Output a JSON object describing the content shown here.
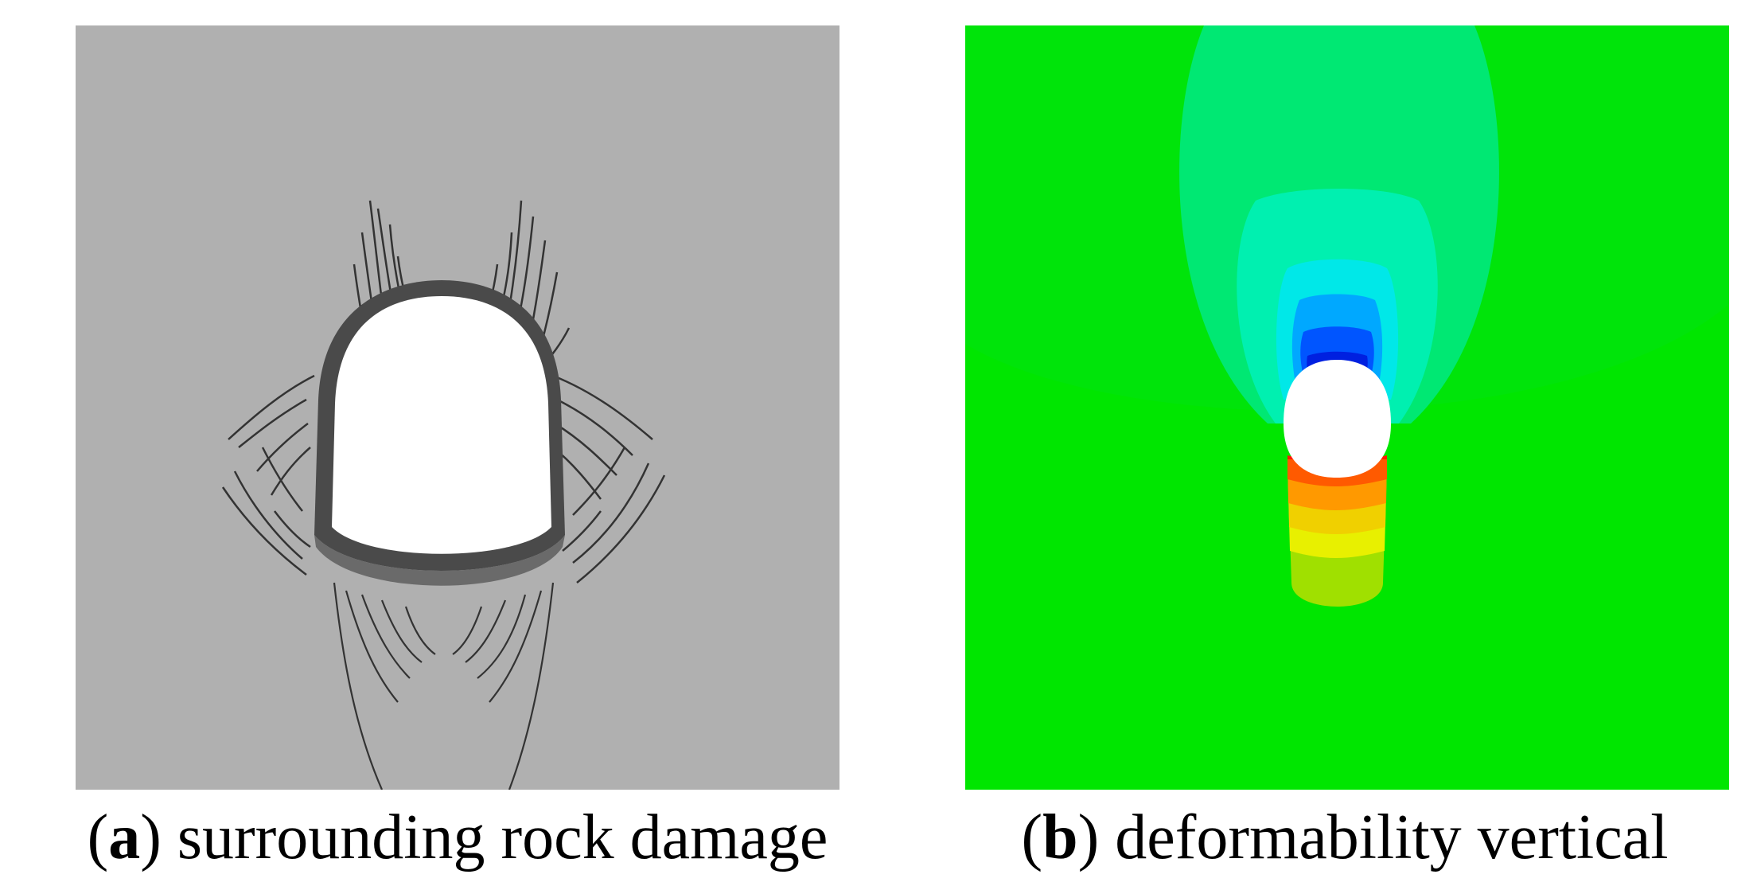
{
  "figure": {
    "panel_a": {
      "letter": "a",
      "caption": "surrounding rock damage",
      "colors": {
        "background": "#b0b0b0",
        "lining": "#4a4a4a",
        "cracks": "#333333",
        "opening": "#ffffff"
      }
    },
    "panel_b": {
      "letter": "b",
      "caption": "deformability vertical",
      "colors": {
        "background": "#00e600",
        "contour_1": "#00e873",
        "contour_2": "#00f0b0",
        "contour_3": "#00e8e8",
        "contour_4": "#00a8ff",
        "contour_5": "#0055ff",
        "contour_6": "#0020e0",
        "lower_1": "#ff1a00",
        "lower_2": "#ff5a00",
        "lower_3": "#ff9900",
        "lower_4": "#f0d000",
        "lower_5": "#e8f000",
        "lower_6": "#a0e000",
        "opening": "#ffffff"
      }
    }
  }
}
